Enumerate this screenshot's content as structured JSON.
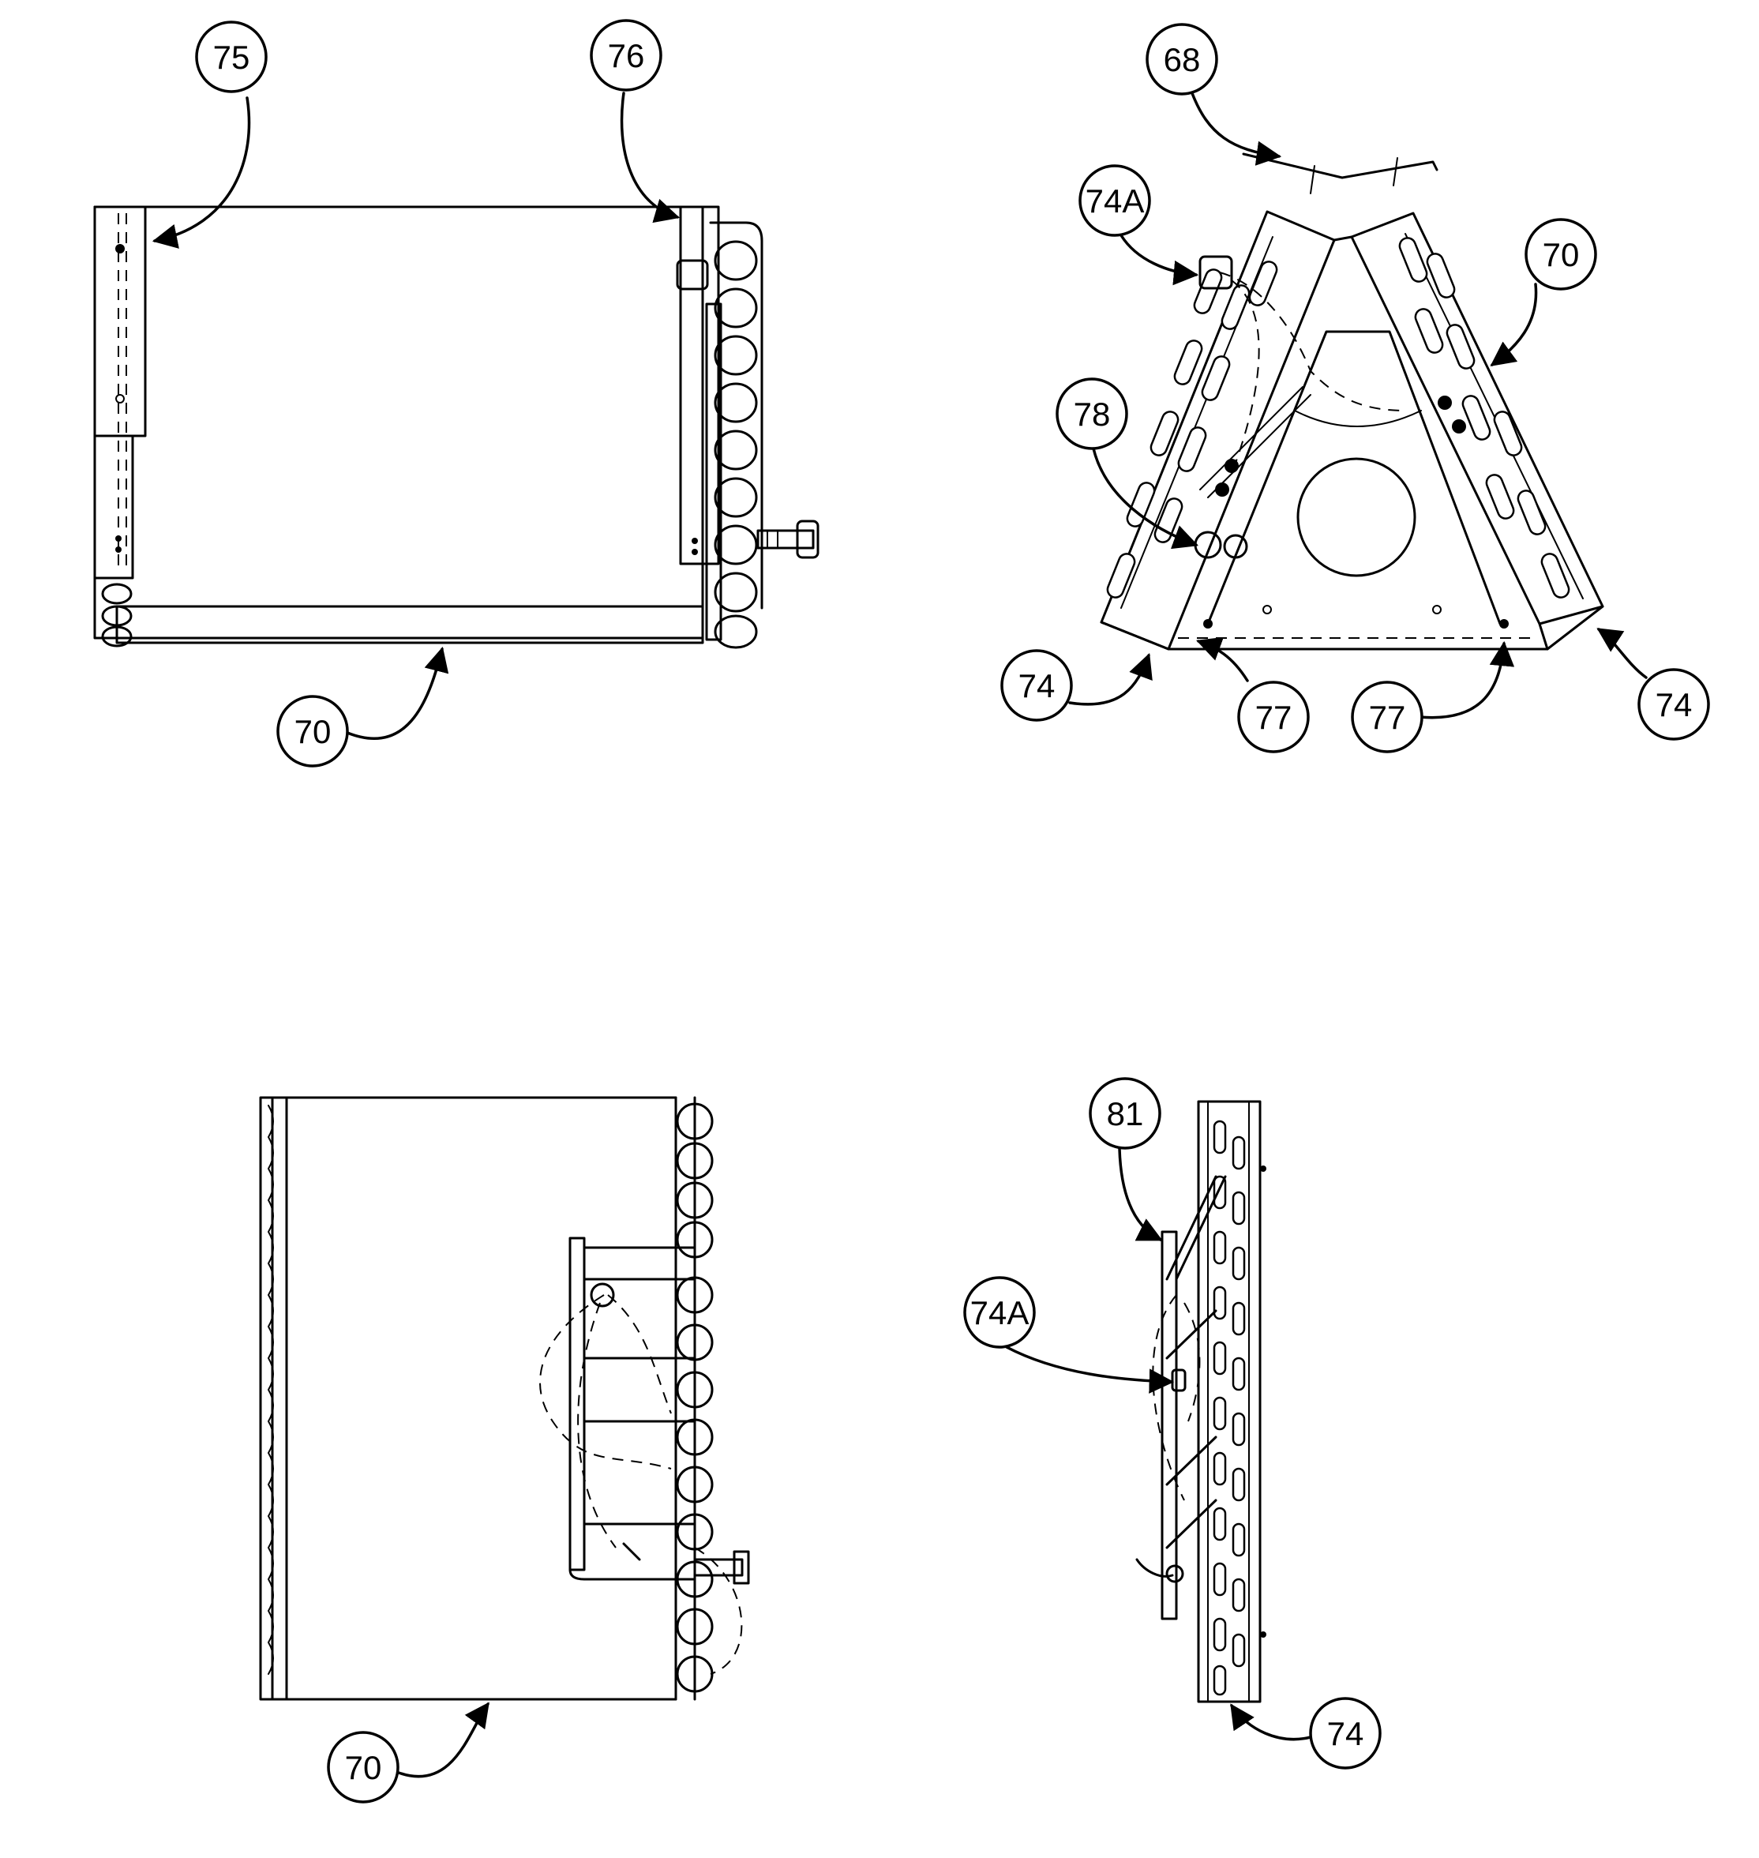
{
  "callouts": {
    "top_left_75": "75",
    "top_left_76": "76",
    "top_left_70": "70",
    "top_right_68": "68",
    "top_right_74a": "74A",
    "top_right_70": "70",
    "top_right_78": "78",
    "top_right_74_left": "74",
    "top_right_77_left": "77",
    "top_right_77_right": "77",
    "top_right_74_right": "74",
    "bottom_left_70": "70",
    "bottom_right_81": "81",
    "bottom_right_74a": "74A",
    "bottom_right_74": "74"
  }
}
